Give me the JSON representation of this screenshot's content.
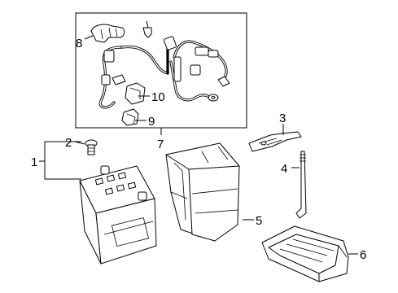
{
  "diagram": {
    "callouts": {
      "c1": "1",
      "c2": "2",
      "c3": "3",
      "c4": "4",
      "c5": "5",
      "c6": "6",
      "c7": "7",
      "c8": "8",
      "c9": "9",
      "c10": "10"
    }
  }
}
